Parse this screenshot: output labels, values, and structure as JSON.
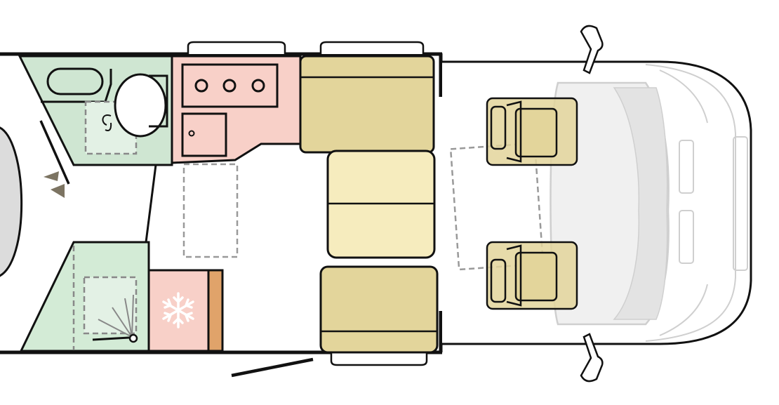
{
  "diagram": {
    "type": "motorhome-floor-plan",
    "colors": {
      "wall": "#111111",
      "bathroom": "#cfe6d2",
      "shower": "#d3ebd6",
      "kitchen": "#f8d0c8",
      "fridge": "#f8d0c8",
      "wardrobe": "#e0a36a",
      "seat_dark": "#e3d59b",
      "seat_light": "#f6ecbe",
      "cab": "#f2f2f2",
      "dashed": "#999999",
      "entry_arrow": "#7c7462",
      "bed": "#dcdcdc"
    },
    "zones": [
      {
        "name": "bed",
        "icon": "rounded-bed-shape"
      },
      {
        "name": "washroom",
        "icon": "toilet-icon"
      },
      {
        "name": "shower",
        "icon": "shower-icon"
      },
      {
        "name": "kitchen",
        "icon": "stove-burners-icon"
      },
      {
        "name": "fridge",
        "icon": "snowflake-icon"
      },
      {
        "name": "dinette",
        "icon": "bench-seat-icon"
      },
      {
        "name": "cab",
        "icon": "captain-seat-icon"
      }
    ]
  }
}
